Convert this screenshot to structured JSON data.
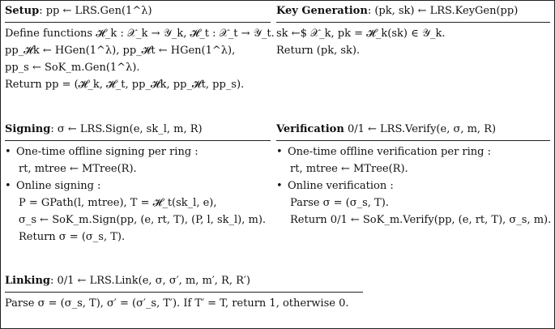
{
  "setup": {
    "title_bold": "Setup",
    "title_rest": ": pp ← LRS.Gen(1^λ)",
    "lines": [
      "Define functions 𝓗_k : 𝒳_k → 𝒴_k, 𝓗_t : 𝒳_t → 𝒴_t.",
      "pp_𝓗k ← HGen(1^λ), pp_𝓗t ← HGen(1^λ),",
      "pp_s ← SoK_m.Gen(1^λ).",
      "Return pp = (𝓗_k, 𝓗_t, pp_𝓗k, pp_𝓗t, pp_s)."
    ]
  },
  "keygen": {
    "title_bold": "Key Generation",
    "title_rest": ": (pk, sk) ← LRS.KeyGen(pp)",
    "lines": [
      "sk ←$ 𝒳_k, pk = 𝓗_k(sk) ∈ 𝒴_k.",
      "Return (pk, sk)."
    ]
  },
  "signing": {
    "title_bold": "Signing",
    "title_rest": ": σ ← LRS.Sign(e, sk_l, m, R)",
    "bullet1": "One-time offline signing per ring :",
    "bullet1_lines": [
      "rt, mtree ← MTree(R)."
    ],
    "bullet2": "Online signing :",
    "bullet2_lines": [
      "P = GPath(l, mtree), T = 𝓗_t(sk_l, e),",
      "σ_s ← SoK_m.Sign(pp, (e, rt, T), (P, l, sk_l), m).",
      "Return σ = (σ_s, T)."
    ]
  },
  "verify": {
    "title_bold": "Verification",
    "title_rest": " 0/1 ← LRS.Verify(e, σ, m, R)",
    "bullet1": "One-time offline verification per ring :",
    "bullet1_lines": [
      "rt, mtree ← MTree(R)."
    ],
    "bullet2": "Online verification :",
    "bullet2_lines": [
      "Parse σ = (σ_s, T).",
      "Return 0/1 ← SoK_m.Verify(pp, (e, rt, T), σ_s, m)."
    ]
  },
  "linking": {
    "title_bold": "Linking",
    "title_rest": ": 0/1 ← LRS.Link(e, σ, σ′, m, m′, R, R′)",
    "lines": [
      "Parse σ = (σ_s, T), σ′ = (σ′_s, T′). If T′ = T,  return 1, otherwise 0."
    ]
  }
}
